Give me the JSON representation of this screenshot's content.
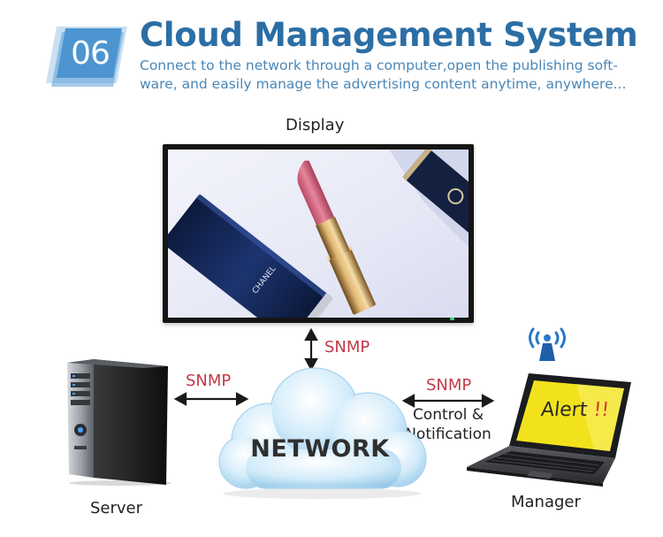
{
  "header": {
    "number": "06",
    "title": "Cloud Management System",
    "description_line1": "Connect to the network through a computer,open the publishing soft-",
    "description_line2": "ware, and easily manage the advertising content anytime, anywhere..."
  },
  "diagram": {
    "display_label": "Display",
    "server_label": "Server",
    "manager_label": "Manager",
    "network_label": "NETWORK",
    "protocol_display": "SNMP",
    "protocol_server": "SNMP",
    "protocol_manager": "SNMP",
    "manager_link_label_line1": "Control &",
    "manager_link_label_line2": "Notification",
    "alert_text": "Alert",
    "alert_marks": "!!",
    "screen_brand_text": "CHANEL"
  },
  "colors": {
    "title_blue": "#2b6ea5",
    "description_blue": "#4a87b9",
    "badge_blue": "#5b9fd6",
    "protocol_red": "#c23a4a",
    "cloud_blue": "#bde1f6",
    "alert_screen_yellow": "#f2e21c"
  }
}
